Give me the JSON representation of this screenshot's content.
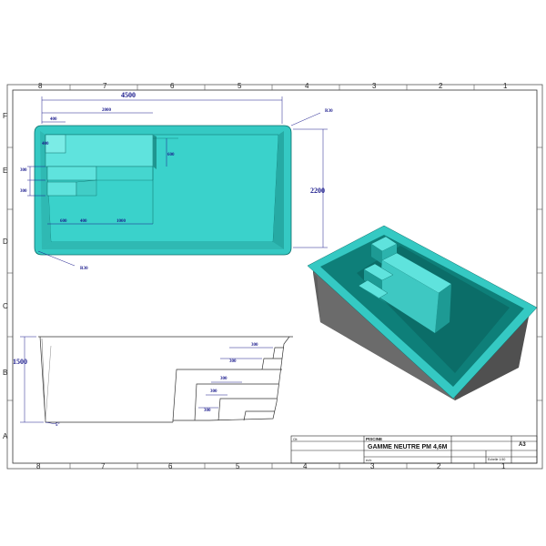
{
  "frame": {
    "columns": [
      "8",
      "7",
      "6",
      "5",
      "4",
      "3",
      "2",
      "1"
    ],
    "rows": [
      "F",
      "E",
      "D",
      "C",
      "B",
      "A"
    ]
  },
  "plan": {
    "total_length": "4500",
    "total_width": "2200",
    "step_zone": "2000",
    "step_depth": "400",
    "bench_height": "600",
    "step_left_1": "300",
    "step_left_2": "300",
    "bottom_1": "600",
    "bottom_2": "400",
    "bottom_3": "1000",
    "radius_top": "R30",
    "radius_bottom": "R30",
    "left_depth": "400"
  },
  "section": {
    "depth": "1500",
    "angle": "5°",
    "steps": [
      "300",
      "300",
      "300",
      "300",
      "300"
    ]
  },
  "titleblock": {
    "label_piscine": "PISCINE",
    "title": "GAMME NEUTRE PM 4,6M",
    "format": "A3",
    "small_1": "Clt:",
    "small_2": "ech:",
    "small_3": "Echelle 1:50"
  },
  "colors": {
    "pool": "#35c9c3",
    "pool_dark": "#0e8f8a",
    "pool_light": "#5fe3dd",
    "shell": "#666666",
    "dim": "#1a1a8c"
  }
}
